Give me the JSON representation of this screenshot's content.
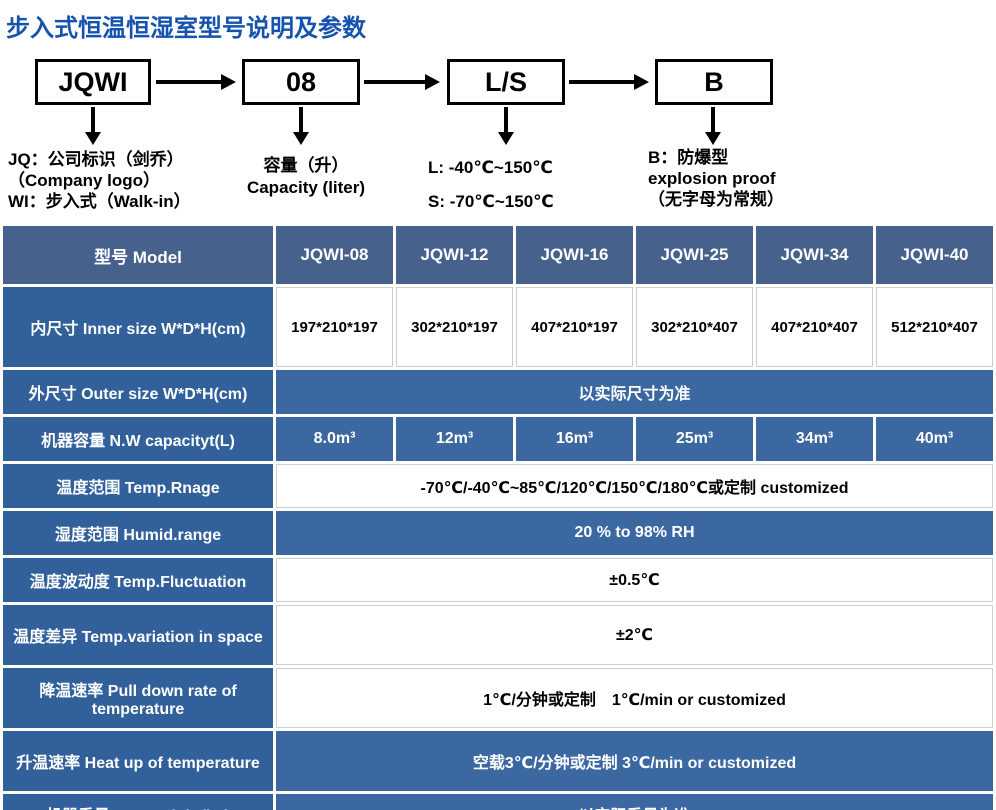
{
  "page": {
    "title": "步入式恒温恒湿室型号说明及参数"
  },
  "colors": {
    "title_blue": "#1553AE",
    "header_bg": "#46618C",
    "label_bg": "#31609B",
    "blue_cell_bg": "#3C68A2"
  },
  "diagram": {
    "boxes": {
      "company": "JQWI",
      "capacity": "08",
      "temp_class": "L/S",
      "option": "B"
    },
    "notes": {
      "company": [
        "JQ：公司标识（剑乔）",
        "（Company logo）",
        "WI：步入式（Walk-in）"
      ],
      "capacity": [
        "容量（升）",
        "Capacity (liter)"
      ],
      "temp_class": [
        "L: -40℃~150℃",
        "S: -70℃~150℃"
      ],
      "option": [
        "B：防爆型",
        "explosion proof",
        "（无字母为常规）"
      ]
    }
  },
  "table": {
    "header": {
      "label": "型号 Model",
      "models": [
        "JQWI-08",
        "JQWI-12",
        "JQWI-16",
        "JQWI-25",
        "JQWI-34",
        "JQWI-40"
      ]
    },
    "rows": {
      "inner_size": {
        "label": "内尺寸 Inner size W*D*H(cm)",
        "values": [
          "197*210*197",
          "302*210*197",
          "407*210*197",
          "302*210*407",
          "407*210*407",
          "512*210*407"
        ]
      },
      "outer_size": {
        "label": "外尺寸 Outer size W*D*H(cm)",
        "value": "以实际尺寸为准"
      },
      "capacity": {
        "label": "机器容量 N.W capacityt(L)",
        "values": [
          "8.0m³",
          "12m³",
          "16m³",
          "25m³",
          "34m³",
          "40m³"
        ]
      },
      "temp_range": {
        "label": "温度范围 Temp.Rnage",
        "value": "-70℃/-40℃~85℃/120℃/150℃/180℃或定制 customized"
      },
      "humidity_range": {
        "label": "湿度范围 Humid.range",
        "value": "20 % to 98% RH"
      },
      "temp_fluctuation": {
        "label": "温度波动度 Temp.Fluctuation",
        "value": "±0.5℃"
      },
      "temp_variation": {
        "label": "温度差异 Temp.variation in space",
        "value": "±2℃"
      },
      "pull_down": {
        "label": "降温速率 Pull down rate of temperature",
        "value": "1℃/分钟或定制　1℃/min or customized"
      },
      "heat_up": {
        "label": "升温速率 Heat up of temperature",
        "value": "空载3℃/分钟或定制 3℃/min or customized"
      },
      "partial": {
        "label": "机器重量 N.W weight(kg)",
        "value": "以实际重量为准"
      }
    }
  }
}
